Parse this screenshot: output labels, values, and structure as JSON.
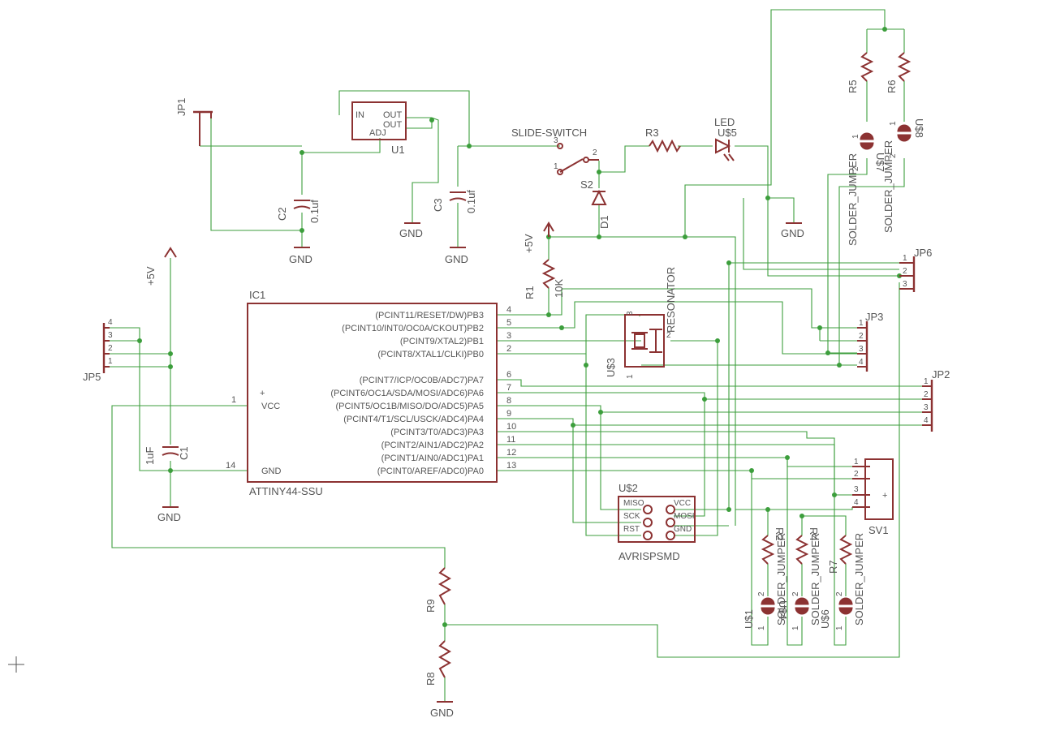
{
  "colors": {
    "wire": "#3c9e3c",
    "component": "#8c3232",
    "text": "#555555",
    "background": "#ffffff"
  },
  "labels": {
    "jp1": "JP1",
    "u1": "U1",
    "u1_in": "IN",
    "u1_out1": "OUT",
    "u1_out2": "OUT",
    "u1_adj": "ADJ",
    "c2": "C2",
    "c2_val": "0.1uf",
    "c3": "C3",
    "c3_val": "0.1uf",
    "gnd": "GND",
    "slide_switch": "SLIDE-SWITCH",
    "s2": "S2",
    "r3": "R3",
    "led": "LED",
    "u5": "U$5",
    "d1": "D1",
    "p5v": "+5V",
    "r1": "R1",
    "r1_val": "10K",
    "resonator": "RESONATOR",
    "u3": "U$3",
    "r5": "R5",
    "r6": "R6",
    "u7": "U$7",
    "u8": "U$8",
    "solder_jumper": "SOLDER_JUMPER",
    "jp6": "JP6",
    "jp3": "JP3",
    "jp2": "JP2",
    "jp5": "JP5",
    "ic1": "IC1",
    "ic1_part": "ATTINY44-SSU",
    "vcc": "VCC",
    "ic_gnd": "GND",
    "c1": "C1",
    "c1_val": "1uF",
    "u2": "U$2",
    "avrisp": "AVRISPSMD",
    "isp_miso": "MISO",
    "isp_vcc": "VCC",
    "isp_sck": "SCK",
    "isp_mosi": "MOSI",
    "isp_rst": "RST",
    "isp_gnd": "GND",
    "sv1": "SV1",
    "r2": "R2",
    "r4": "R4",
    "r7": "R7",
    "u1b": "U$1",
    "u4": "U$4",
    "u6": "U$6",
    "r9": "R9",
    "r8": "R8"
  },
  "ic_pins": [
    {
      "num": "4",
      "name": "(PCINT11/RESET/DW)PB3"
    },
    {
      "num": "5",
      "name": "(PCINT10/INT0/OC0A/CKOUT)PB2"
    },
    {
      "num": "3",
      "name": "(PCINT9/XTAL2)PB1"
    },
    {
      "num": "2",
      "name": "(PCINT8/XTAL1/CLKI)PB0"
    },
    {
      "num": "6",
      "name": "(PCINT7/ICP/OC0B/ADC7)PA7"
    },
    {
      "num": "7",
      "name": "(PCINT6/OC1A/SDA/MOSI/ADC6)PA6"
    },
    {
      "num": "8",
      "name": "(PCINT5/OC1B/MISO/DO/ADC5)PA5"
    },
    {
      "num": "9",
      "name": "(PCINT4/T1/SCL/USCK/ADC4)PA4"
    },
    {
      "num": "10",
      "name": "(PCINT3/T0/ADC3)PA3"
    },
    {
      "num": "11",
      "name": "(PCINT2/AIN1/ADC2)PA2"
    },
    {
      "num": "12",
      "name": "(PCINT1/AIN0/ADC1)PA1"
    },
    {
      "num": "13",
      "name": "(PCINT0/AREF/ADC0)PA0"
    }
  ],
  "ic_left_pins": {
    "vcc_num": "1",
    "gnd_num": "14"
  },
  "pin_numbers": {
    "one": "1",
    "two": "2",
    "three": "3",
    "four": "4"
  }
}
